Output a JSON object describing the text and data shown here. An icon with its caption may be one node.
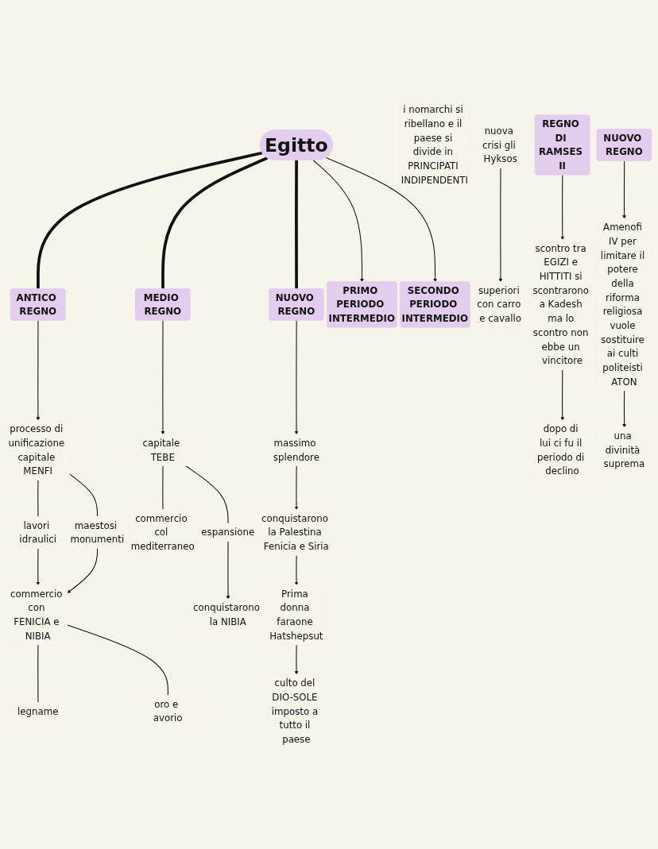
{
  "diagram": {
    "nodes": [
      {
        "text": [
          "Egitto"
        ]
      },
      {
        "text": [
          "ANTICO REGNO"
        ]
      },
      {
        "text": [
          "processo di unificazione capitale MENFI"
        ]
      },
      {
        "text": [
          "lavori idraulici"
        ]
      },
      {
        "text": [
          "maestosi monumenti"
        ]
      },
      {
        "text": [
          "commercio con FENICIA e NIBIA"
        ]
      },
      {
        "text": [
          "legname"
        ]
      },
      {
        "text": [
          "oro e avorio"
        ]
      },
      {
        "text": [
          "MEDIO REGNO"
        ]
      },
      {
        "text": [
          "capitale TEBE"
        ]
      },
      {
        "text": [
          "commercio col mediterraneo"
        ]
      },
      {
        "text": [
          "espansione"
        ]
      },
      {
        "text": [
          "conquistarono la NIBIA"
        ]
      },
      {
        "text": [
          "NUOVO REGNO"
        ]
      },
      {
        "text": [
          "massimo splendore"
        ]
      },
      {
        "text": [
          "conquistarono la Palestina Fenicia e Siria"
        ]
      },
      {
        "text": [
          "Prima donna faraone Hatshepsut"
        ]
      },
      {
        "text": [
          "culto del DIO-SOLE imposto a tutto il paese"
        ]
      },
      {
        "text": [
          "PRIMO PERIODO INTERMEDIO"
        ]
      },
      {
        "text": [
          "i nomarchi si ribellano e il paese si divide in PRINCIPATI INDIPENDENTI"
        ]
      },
      {
        "text": [
          "SECONDO PERIODO INTERMEDIO"
        ]
      },
      {
        "text": [
          "nuova crisi gli Hyksos"
        ]
      },
      {
        "text": [
          "superiori con carro e cavallo"
        ]
      },
      {
        "text": [
          "REGNO DI RAMSES II"
        ]
      },
      {
        "text": [
          "scontro tra EGIZI e HITTITI si scontrarono a Kadesh ma lo scontro non ebbe un vincitore"
        ]
      },
      {
        "text": [
          "dopo di lui ci fu il periodo di declino"
        ]
      },
      {
        "text": [
          "NUOVO REGNO"
        ]
      },
      {
        "text": [
          "Amenofi IV per limitare il potere della riforma religiosa vuole sostituire ai culti politeisti ATON"
        ]
      },
      {
        "text": [
          "una divinità suprema"
        ]
      }
    ],
    "edges": [
      {
        "from": 0,
        "to": 1,
        "arrow": "none",
        "style": "thick"
      },
      {
        "from": 0,
        "to": 8,
        "arrow": "none",
        "style": "thick"
      },
      {
        "from": 0,
        "to": 13,
        "arrow": "none",
        "style": "thick"
      },
      {
        "from": 1,
        "to": 2,
        "arrow": "to"
      },
      {
        "from": 2,
        "to": 3,
        "arrow": "none"
      },
      {
        "from": 2,
        "to": 4,
        "arrow": "none"
      },
      {
        "from": 3,
        "to": 5,
        "arrow": "to"
      },
      {
        "from": 4,
        "to": 5,
        "arrow": "to"
      },
      {
        "from": 5,
        "to": 6,
        "arrow": "none"
      },
      {
        "from": 5,
        "to": 7,
        "arrow": "none"
      },
      {
        "from": 8,
        "to": 9,
        "arrow": "to"
      },
      {
        "from": 9,
        "to": 10,
        "arrow": "none"
      },
      {
        "from": 9,
        "to": 11,
        "arrow": "none"
      },
      {
        "from": 11,
        "to": 12,
        "arrow": "to"
      },
      {
        "from": 13,
        "to": 14,
        "arrow": "to"
      },
      {
        "from": 14,
        "to": 15,
        "arrow": "to"
      },
      {
        "from": 15,
        "to": 16,
        "arrow": "to"
      },
      {
        "from": 16,
        "to": 17,
        "arrow": "to"
      },
      {
        "from": 0,
        "to": 18,
        "arrow": "to"
      },
      {
        "from": 0,
        "to": 20,
        "arrow": "to"
      },
      {
        "from": 21,
        "to": 22,
        "arrow": "to"
      },
      {
        "from": 23,
        "to": 24,
        "arrow": "to"
      },
      {
        "from": 24,
        "to": 25,
        "arrow": "to"
      },
      {
        "from": 26,
        "to": 27,
        "arrow": "to"
      },
      {
        "from": 27,
        "to": 28,
        "arrow": "to"
      }
    ]
  }
}
